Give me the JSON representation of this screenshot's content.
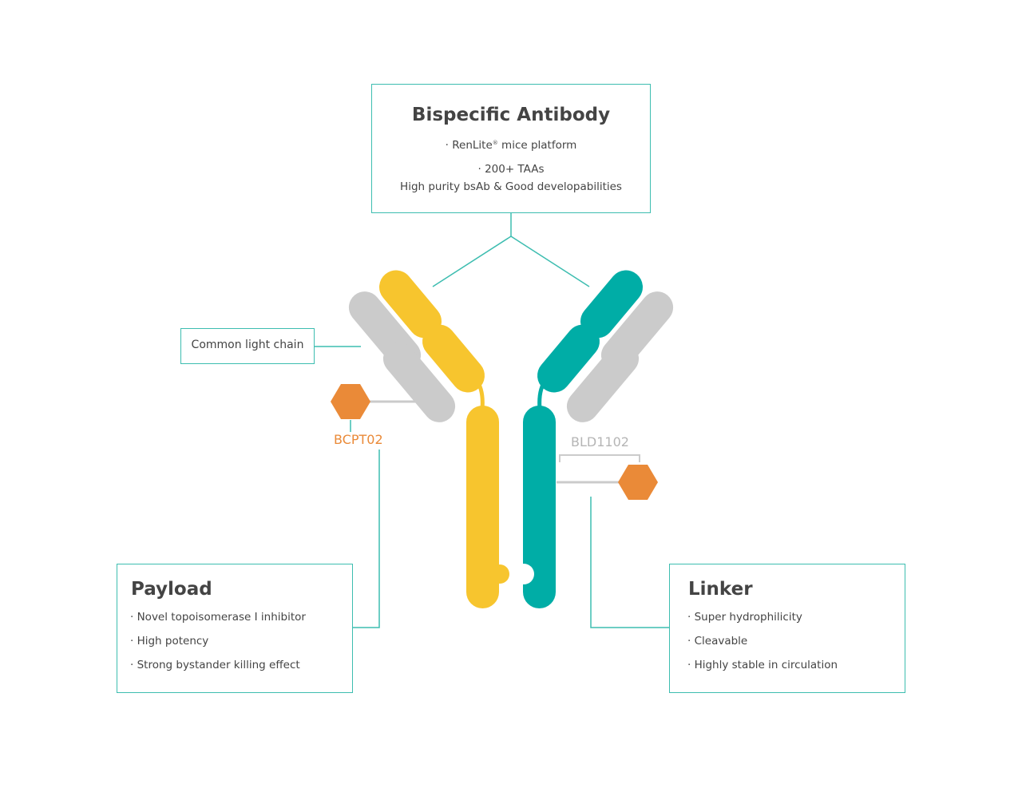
{
  "bispecific": {
    "title": "Bispecific Antibody",
    "renlite_prefix": "· RenLite",
    "registered_mark": "®",
    "renlite_suffix": " mice platform",
    "taas": "· 200+ TAAs",
    "purity": "High purity bsAb & Good developabilities"
  },
  "light_chain": {
    "label": "Common light chain"
  },
  "payload": {
    "code": "BCPT02",
    "title": "Payload",
    "bullets": [
      "· Novel topoisomerase I inhibitor",
      "· High potency",
      "· Strong bystander killing effect"
    ]
  },
  "linker": {
    "code": "BLD1102",
    "title": "Linker",
    "bullets": [
      "· Super hydrophilicity",
      "· Cleavable",
      "· Highly stable in circulation"
    ]
  },
  "colors": {
    "teal": "#00ada6",
    "yellow": "#f7c52e",
    "gray": "#cbcbcb",
    "orange": "#ea8a38",
    "box_border": "#3dbdb0"
  }
}
